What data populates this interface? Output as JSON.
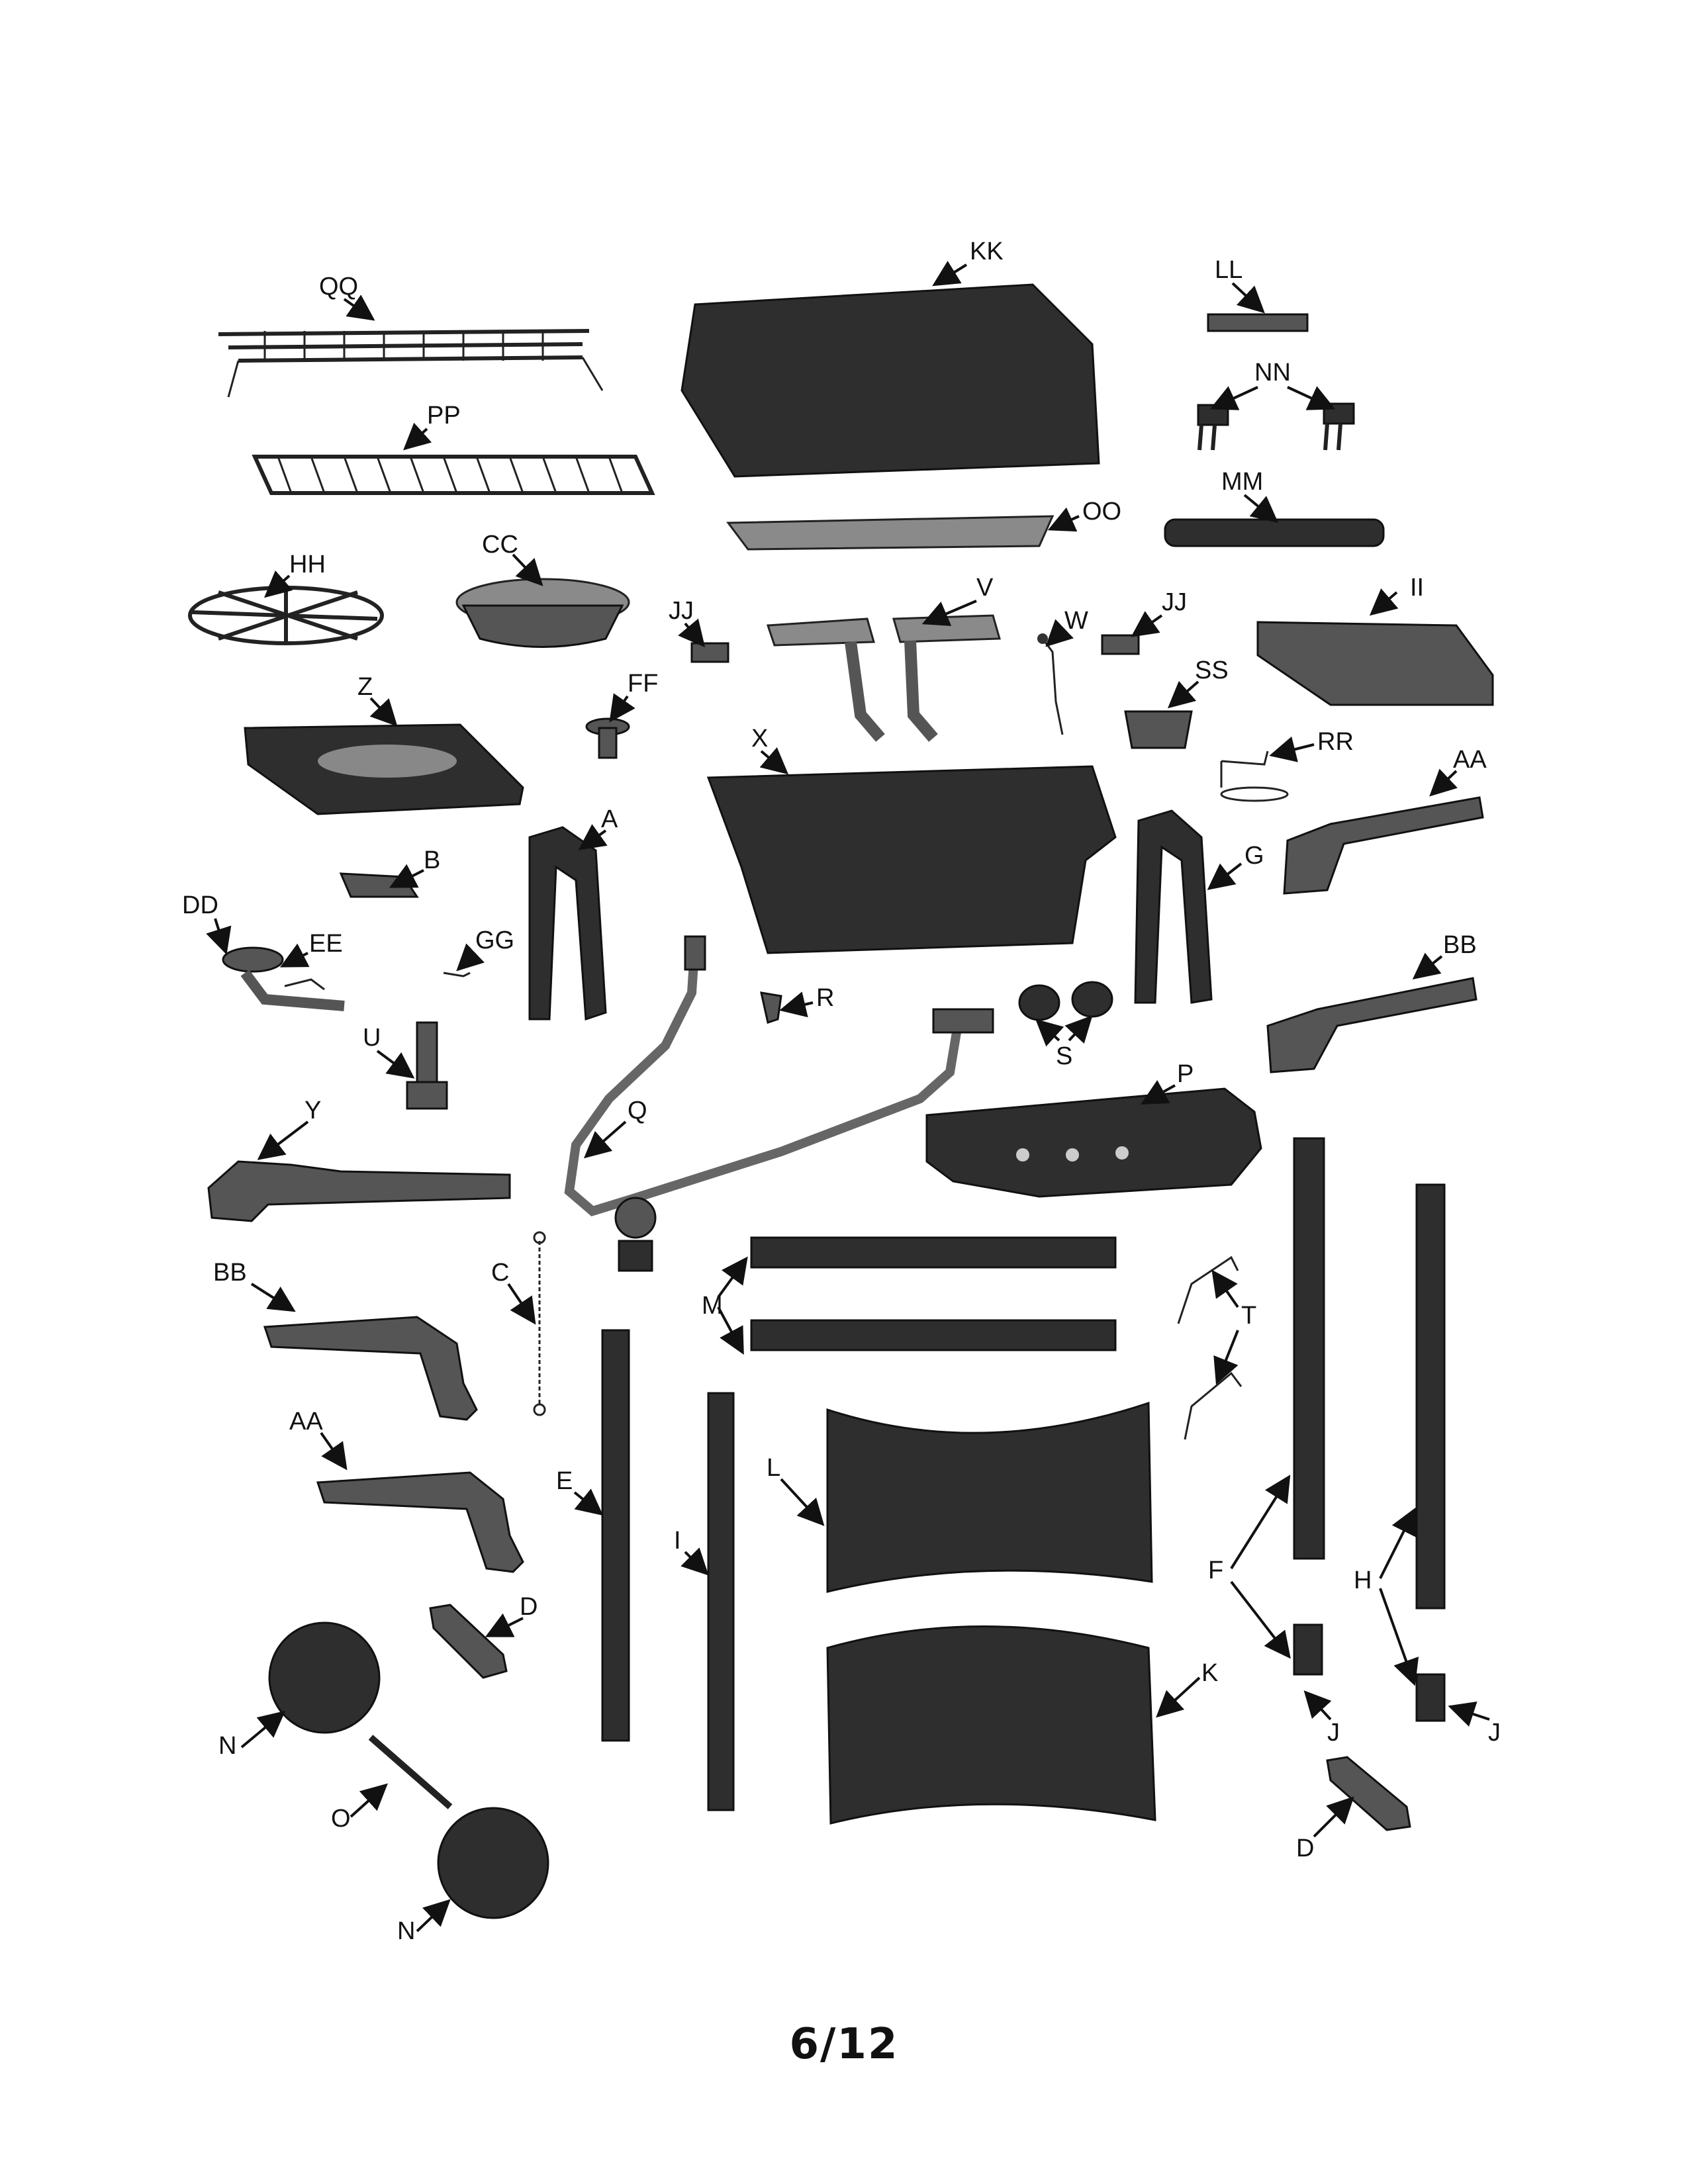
{
  "labels": {
    "QQ": "QQ",
    "PP": "PP",
    "KK": "KK",
    "LL": "LL",
    "NN": "NN",
    "MM": "MM",
    "OO": "OO",
    "HH": "HH",
    "CC": "CC",
    "JJ": "JJ",
    "V": "V",
    "W": "W",
    "II": "II",
    "SS": "SS",
    "FF": "FF",
    "Z": "Z",
    "X": "X",
    "RR": "RR",
    "AA": "AA",
    "A": "A",
    "G": "G",
    "B": "B",
    "DD": "DD",
    "EE": "EE",
    "GG": "GG",
    "BB": "BB",
    "R": "R",
    "S": "S",
    "U": "U",
    "Q": "Q",
    "P": "P",
    "Y": "Y",
    "C": "C",
    "M": "M",
    "T": "T",
    "E": "E",
    "I": "I",
    "L": "L",
    "F": "F",
    "H": "H",
    "D": "D",
    "N": "N",
    "K": "K",
    "J": "J",
    "O": "O"
  },
  "page_number": "6/12"
}
